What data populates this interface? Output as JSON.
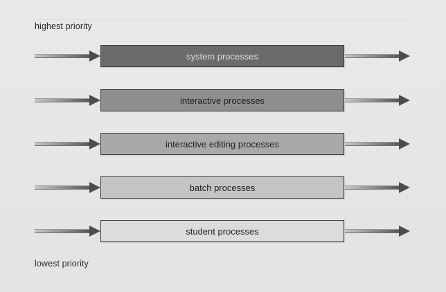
{
  "labels": {
    "highest": "highest priority",
    "lowest": "lowest priority"
  },
  "queues": [
    {
      "label": "system processes",
      "fill": "#6b6b6b",
      "text_color": "#dcdcdc"
    },
    {
      "label": "interactive processes",
      "fill": "#8e8e8e",
      "text_color": "#1f1f1f"
    },
    {
      "label": "interactive editing processes",
      "fill": "#a9a9a9",
      "text_color": "#1f1f1f"
    },
    {
      "label": "batch processes",
      "fill": "#c4c4c4",
      "text_color": "#1f1f1f"
    },
    {
      "label": "student processes",
      "fill": "#dcdcdc",
      "text_color": "#1f1f1f"
    }
  ]
}
